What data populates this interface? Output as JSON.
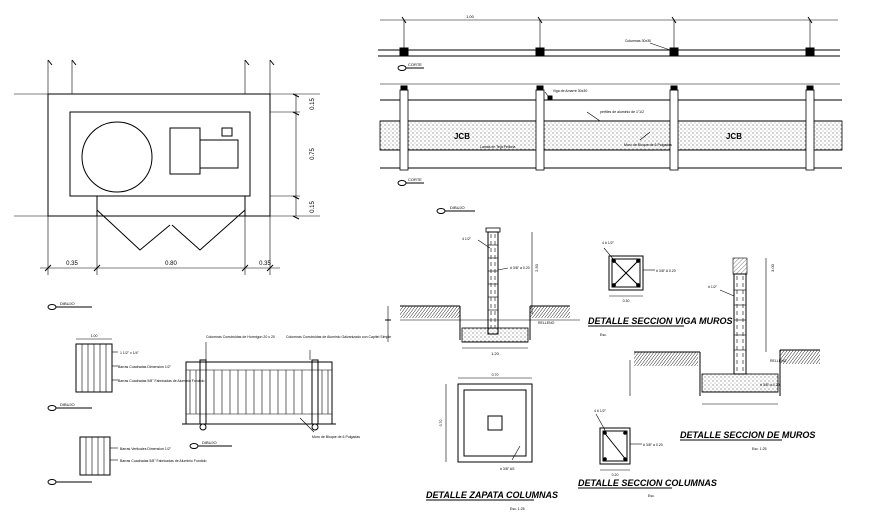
{
  "plan_view": {
    "dim_side_top": "0.15",
    "dim_side_mid": "0.75",
    "dim_side_bot": "0.15",
    "dim_bottom_left": "0.35",
    "dim_bottom_mid": "0.80",
    "dim_bottom_right": "0.35"
  },
  "elevation_top": {
    "dim_top": "1.00",
    "label_columns": "Columnas 30x30",
    "section_mark": "CORTE"
  },
  "elevation_main": {
    "label_beam": "Viga de Amarre 30x30",
    "label_profile": "perfiles de aluminio de 1\"1/2",
    "label_wall": "Lamas en Teja Pellona",
    "label_wall_note": "Muro de Bloque de 6 Pulgadas",
    "logo_left": "JCB",
    "logo_right": "JCB",
    "section_mark": "CORTE"
  },
  "column_footing": {
    "view_label": "DIBUJO",
    "bar_label": "4 1/2\"",
    "stirrup_label": "# 3/8\" a 0.20",
    "dim_height": "2.50",
    "relleno": "RELLENO",
    "dim_base": "1.20"
  },
  "sec_column_square": {
    "bar_label": "4 # 1/2\"",
    "stirrup_label": "# 3/8\" A 0.20",
    "dim": "0.30",
    "title": "DETALLE SECCION VIGA MUROS",
    "scale": "Esc."
  },
  "sec_wall": {
    "bar_top": "# 1/2\"",
    "relleno": "RELLENO",
    "dim_height": "3.00",
    "bar_bottom": "# 3/8\" a 0.20",
    "title": "DETALLE SECCION DE MUROS",
    "scale": "Esc. 1:25"
  },
  "footing_plan": {
    "dim_top": "0.70",
    "dim_side": "0.70",
    "bar_label": "# 3/8\" AS",
    "title": "DETALLE ZAPATA COLUMNAS",
    "scale": "Esc. 1:25"
  },
  "sec_column_small": {
    "bar_label": "4 # 1/2\"",
    "stirrup_label": "# 3/8\" a 0.20",
    "dim": "0.20",
    "title": "DETALLE SECCION COLUMNAS",
    "scale": "Esc."
  },
  "gate_detail": {
    "view_label": "DIBUJO",
    "dim_top": "1.00",
    "spec_1": "1 1/2\" x 1/4\"",
    "spec_2": "Barras Cuadradas Dimension 1/2\"",
    "spec_3": "Barras Cuadradas 5/8\" Fabricadas de Aluminio Fundido",
    "view_label_2": "DIBUJO",
    "spec_4": "Barras Verticales Dimension 1/2\"",
    "spec_5": "Barras Cuadradas 5/8\" Fabricadas de Aluminio Fundido"
  },
  "fence_panel": {
    "note_1": "Columnas Construidas de Hormigon 20 x 20",
    "note_2": "Columnas Construidas de Aluminio Galvanizado con Capitel Simple",
    "note_3": "Muro de Bloque de 6 Pulgadas",
    "view_label": "DIBUJO"
  }
}
